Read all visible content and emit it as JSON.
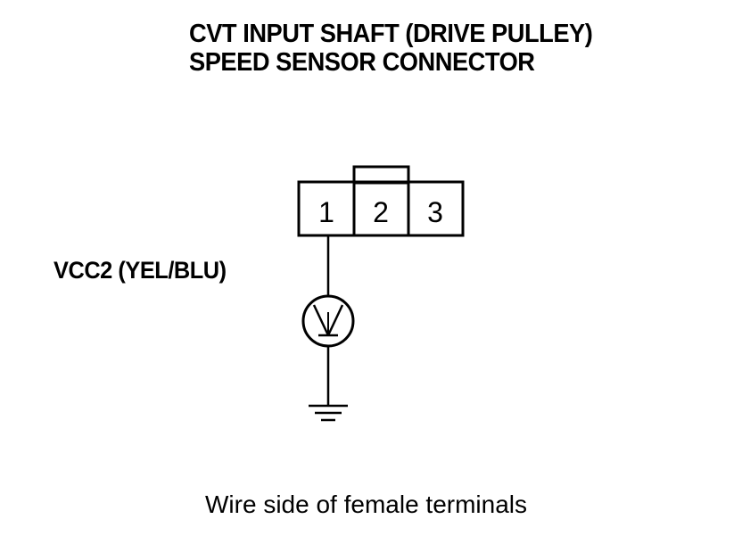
{
  "title": {
    "line1": "CVT INPUT SHAFT (DRIVE PULLEY)",
    "line2": "SPEED SENSOR CONNECTOR"
  },
  "connector": {
    "pins": [
      "1",
      "2",
      "3"
    ]
  },
  "wire_label": "VCC2 (YEL/BLU)",
  "caption": "Wire side of female terminals",
  "icons": {
    "meter": "voltmeter-icon",
    "ground": "ground-icon"
  }
}
